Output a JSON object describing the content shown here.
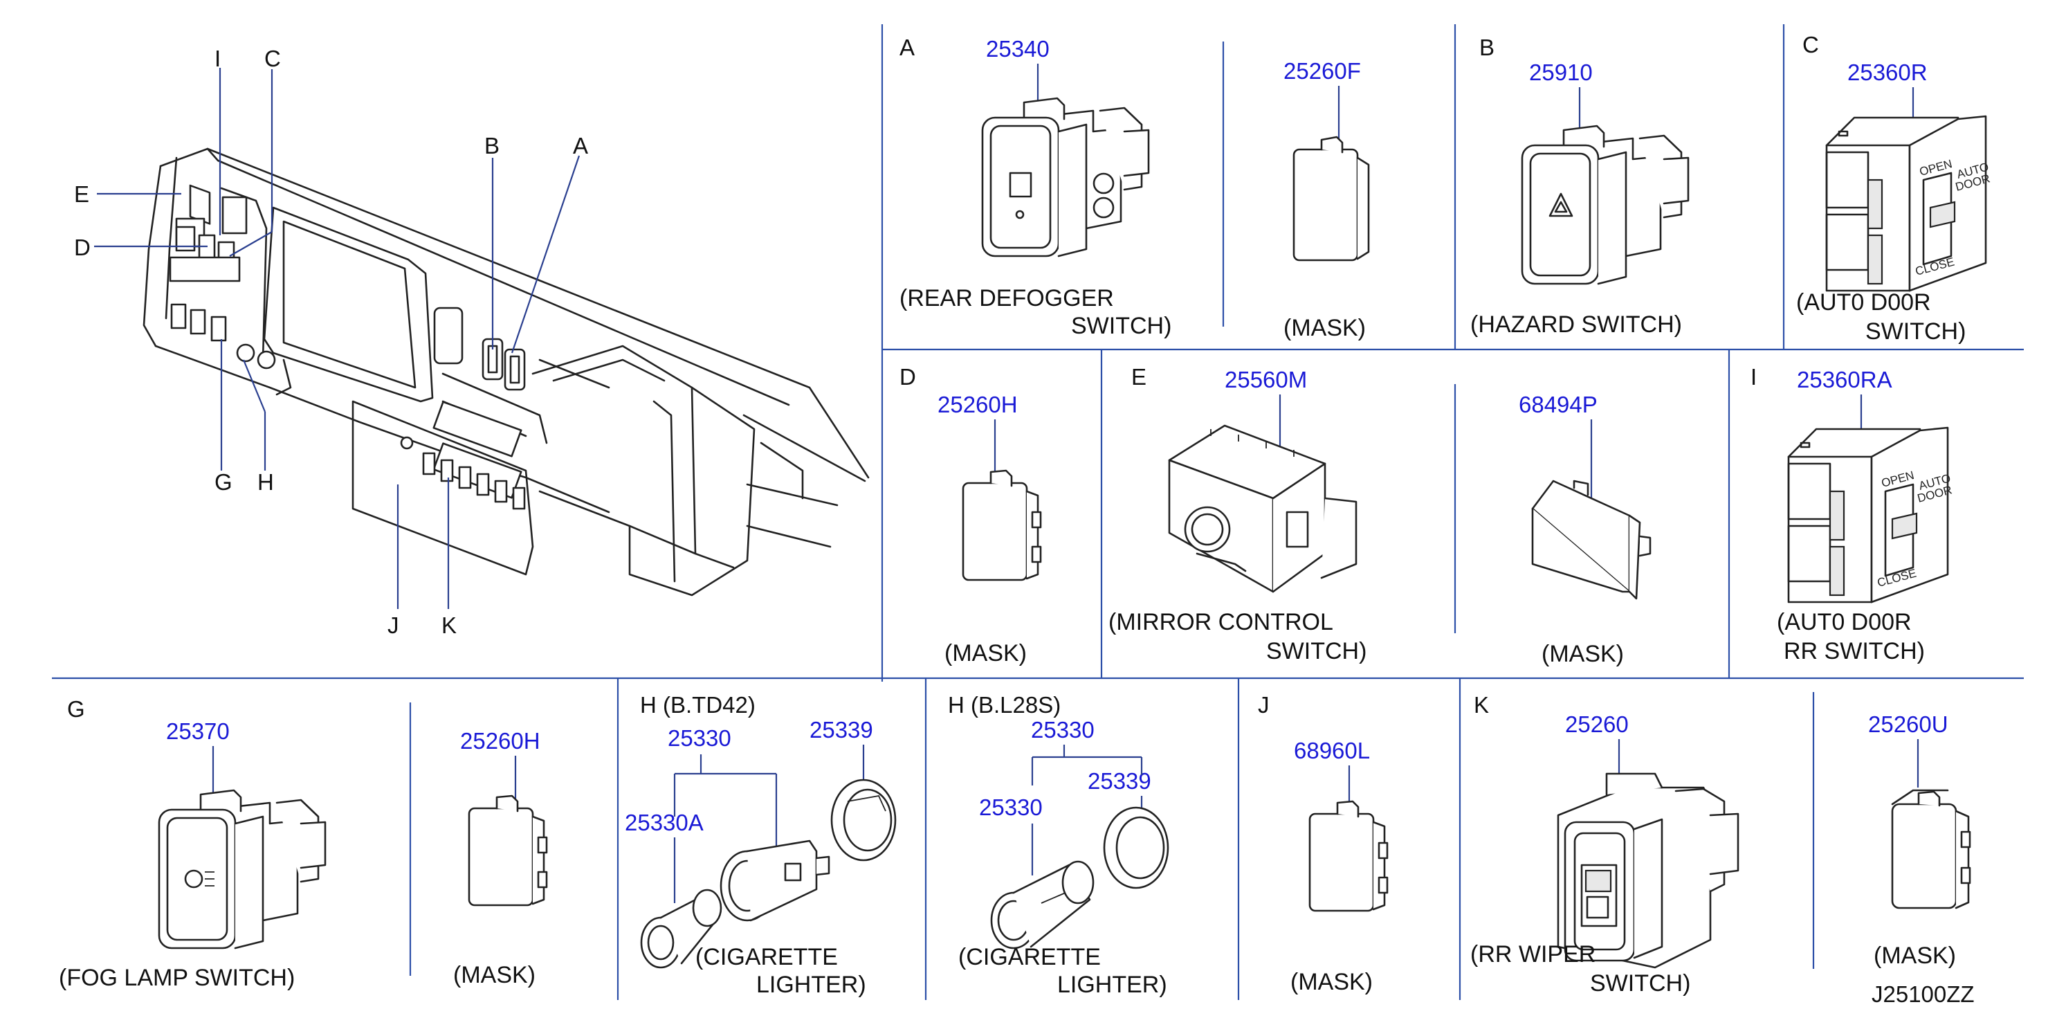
{
  "overview": {
    "letters": {
      "I": "I",
      "C": "C",
      "E": "E",
      "D": "D",
      "B": "B",
      "A": "A",
      "G": "G",
      "H": "H",
      "J": "J",
      "K": "K"
    }
  },
  "panels": {
    "A": {
      "letter": "A",
      "part": "25340",
      "caption1": "(REAR   DEFOGGER",
      "caption2": "SWITCH)"
    },
    "A_mask": {
      "part": "25260F",
      "caption": "(MASK)"
    },
    "B": {
      "letter": "B",
      "part": "25910",
      "caption": "(HAZARD   SWITCH)"
    },
    "C": {
      "letter": "C",
      "part": "25360R",
      "caption1": "(AUT0   D00R",
      "caption2": "SWITCH)",
      "text_open": "OPEN",
      "text_auto": "AUTO",
      "text_door": "DOOR",
      "text_close": "CLOSE"
    },
    "D": {
      "letter": "D",
      "part": "25260H",
      "caption": "(MASK)"
    },
    "E": {
      "letter": "E",
      "part": "25560M",
      "caption1": "(MIRROR   CONTROL",
      "caption2": "SWITCH)"
    },
    "E_mask": {
      "part": "68494P",
      "caption": "(MASK)"
    },
    "I": {
      "letter": "I",
      "part": "25360RA",
      "caption1": "(AUT0   D00R",
      "caption2": "RR   SWITCH)",
      "text_open": "OPEN",
      "text_auto": "AUTO",
      "text_door": "DOOR",
      "text_close": "CLOSE"
    },
    "G": {
      "letter": "G",
      "part": "25370",
      "caption": "(FOG   LAMP   SWITCH)"
    },
    "G_mask": {
      "part": "25260H",
      "caption": "(MASK)"
    },
    "H1": {
      "letter": "H   (B.TD42)",
      "part_top": "25330",
      "part_right": "25339",
      "part_left": "25330A",
      "caption1": "(CIGARETTE",
      "caption2": "LIGHTER)"
    },
    "H2": {
      "letter": "H   (B.L28S)",
      "part_top": "25330",
      "part_left": "25330",
      "part_right": "25339",
      "caption1": "(CIGARETTE",
      "caption2": "LIGHTER)"
    },
    "J": {
      "letter": "J",
      "part": "68960L",
      "caption": "(MASK)"
    },
    "K": {
      "letter": "K",
      "part": "25260",
      "caption1": "(RR   WIPER",
      "caption2": "SWITCH)"
    },
    "K_mask": {
      "part": "25260U",
      "caption": "(MASK)"
    }
  },
  "diagram_code": "J25100ZZ",
  "colors": {
    "part_number": "#1a1ad6",
    "separator": "#2c4fa8",
    "line_art": "#222222"
  }
}
